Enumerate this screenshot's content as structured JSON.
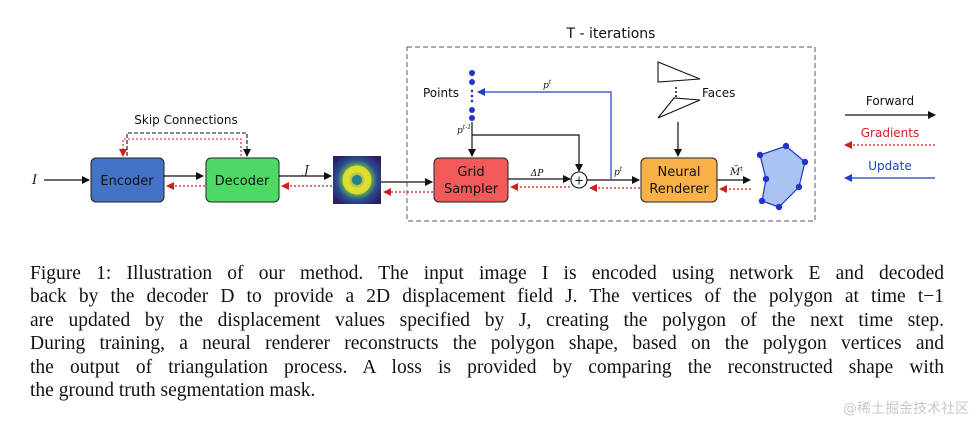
{
  "diagram": {
    "title": "T - iterations",
    "skip_label": "Skip Connections",
    "nodes": {
      "encoder": "Encoder",
      "decoder": "Decoder",
      "grid_sampler_l1": "Grid",
      "grid_sampler_l2": "Sampler",
      "neural_renderer_l1": "Neural",
      "neural_renderer_l2": "Renderer"
    },
    "labels": {
      "input": "I",
      "j": "J",
      "delta_p": "ΔP",
      "p_t_top": "p",
      "p_t_top_sup": "t",
      "p_t1": "p",
      "p_t1_sup": "t-1",
      "p_t_right": "p",
      "p_t_right_sup": "t",
      "m_hat": "M̄",
      "m_hat_sup": "t",
      "points": "Points",
      "faces": "Faces",
      "plus": "+"
    },
    "legend": {
      "forward": "Forward",
      "gradients": "Gradients",
      "update": "Update"
    },
    "colors": {
      "encoder": "#4472c4",
      "decoder": "#4cd964",
      "grid_sampler": "#f05a5a",
      "neural_renderer": "#f9b24a",
      "update": "#1f3fbf",
      "gradient": "#d11f1f",
      "polygon_fill": "#a9c4f0",
      "polygon_vertex": "#2233cc"
    }
  },
  "caption": {
    "lines": [
      "Figure 1: Illustration of our method. The input image I is encoded using network E and decoded",
      "back by the decoder D to provide a 2D displacement field J. The vertices of the polygon at time t−1",
      "are updated by the displacement values specified by J, creating the polygon of the next time step.",
      "During training, a neural renderer reconstructs the polygon shape, based on the polygon vertices and",
      "the output of triangulation process. A loss is provided by comparing the reconstructed shape with",
      "the ground truth segmentation mask."
    ]
  },
  "watermark": "@稀土掘金技术社区"
}
